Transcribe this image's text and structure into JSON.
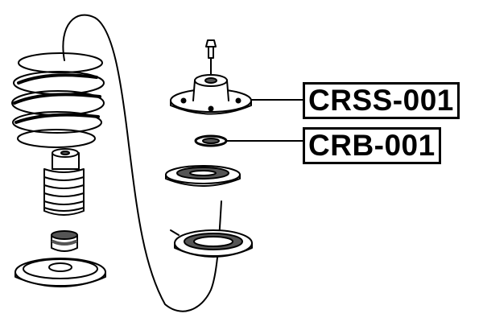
{
  "labels": [
    {
      "id": "crss",
      "text": "CRSS-001"
    },
    {
      "id": "crb",
      "text": "CRB-001"
    }
  ],
  "colors": {
    "line": "#000000",
    "background": "#ffffff",
    "shade": "#555555"
  },
  "parts": [
    "bolt",
    "strut-mount",
    "bearing",
    "spring-seat-upper",
    "spring-seat-lower",
    "coil-spring",
    "bump-stop",
    "dust-boot",
    "bump-stop-lower",
    "spring-pad-lower"
  ]
}
